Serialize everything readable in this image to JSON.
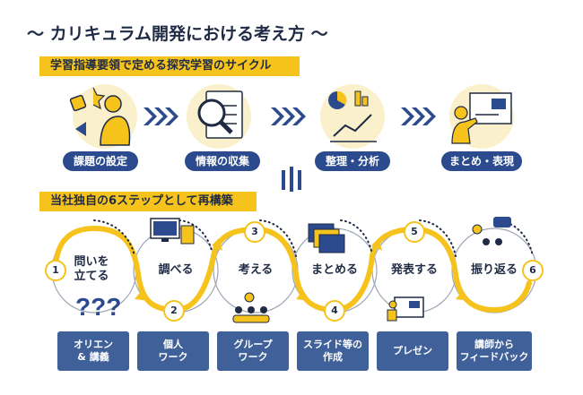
{
  "title": "〜 カリキュラム開発における考え方 〜",
  "top_section": {
    "banner": "学習指導要領で定める探究学習のサイクル",
    "stages": [
      {
        "label": "課題の設定",
        "icon": "thinking-person-icon"
      },
      {
        "label": "情報の収集",
        "icon": "magnifier-document-icon"
      },
      {
        "label": "整理・分析",
        "icon": "chart-analysis-icon"
      },
      {
        "label": "まとめ・表現",
        "icon": "presenter-board-icon"
      }
    ]
  },
  "bottom_section": {
    "banner": "当社独自の6ステップとして再構築",
    "steps": [
      {
        "num": "1",
        "label": "問いを\n立てる",
        "activity": "オリエン\n& 講義",
        "icon": "question-marks-icon"
      },
      {
        "num": "2",
        "label": "調べる",
        "activity": "個人\nワーク",
        "icon": "computer-books-icon"
      },
      {
        "num": "3",
        "label": "考える",
        "activity": "グループ\nワーク",
        "icon": "group-idea-icon"
      },
      {
        "num": "4",
        "label": "まとめる",
        "activity": "スライド等の\n作成",
        "icon": "slides-icon"
      },
      {
        "num": "5",
        "label": "発表する",
        "activity": "プレゼン",
        "icon": "presenter-icon"
      },
      {
        "num": "6",
        "label": "振り返る",
        "activity": "講師から\nフィードバック",
        "icon": "feedback-icon"
      }
    ]
  },
  "colors": {
    "accent": "#f6c31c",
    "navy": "#2c4b8e",
    "box": "#3f6099",
    "ink": "#1f2a44",
    "circle": "#fbf0cc"
  }
}
